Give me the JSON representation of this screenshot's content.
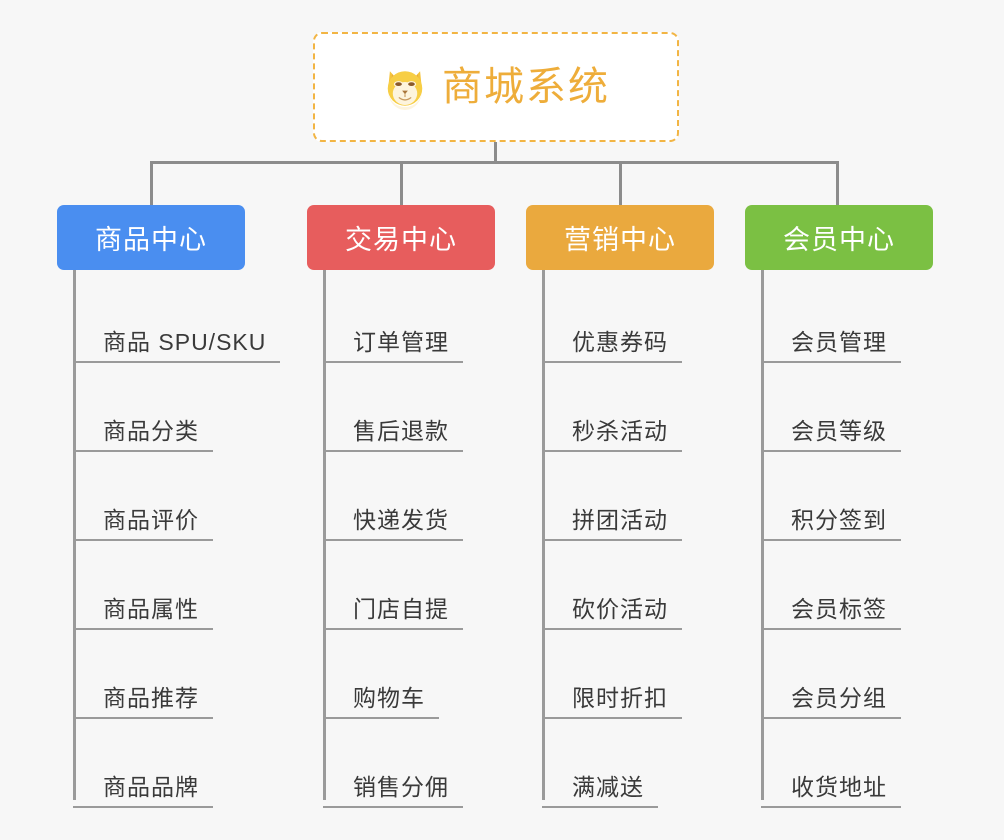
{
  "page": {
    "background_color": "#f7f7f7",
    "connector_color": "#8c8c8c",
    "leaf_line_color": "#9a9a9a",
    "leaf_text_color": "#3a3a3a"
  },
  "root": {
    "title": "商城系统",
    "icon": "shiba-dog-face-icon",
    "text_color": "#eead3a",
    "border_color": "#f2b544",
    "background_color": "#ffffff"
  },
  "columns": [
    {
      "header": "商品中心",
      "color": "#4a8ef0",
      "items": [
        "商品 SPU/SKU",
        "商品分类",
        "商品评价",
        "商品属性",
        "商品推荐",
        "商品品牌"
      ]
    },
    {
      "header": "交易中心",
      "color": "#e75d5d",
      "items": [
        "订单管理",
        "售后退款",
        "快递发货",
        "门店自提",
        "购物车",
        "销售分佣"
      ]
    },
    {
      "header": "营销中心",
      "color": "#eaa93e",
      "items": [
        "优惠券码",
        "秒杀活动",
        "拼团活动",
        "砍价活动",
        "限时折扣",
        "满减送"
      ]
    },
    {
      "header": "会员中心",
      "color": "#7bc043",
      "items": [
        "会员管理",
        "会员等级",
        "积分签到",
        "会员标签",
        "会员分组",
        "收货地址"
      ]
    }
  ]
}
